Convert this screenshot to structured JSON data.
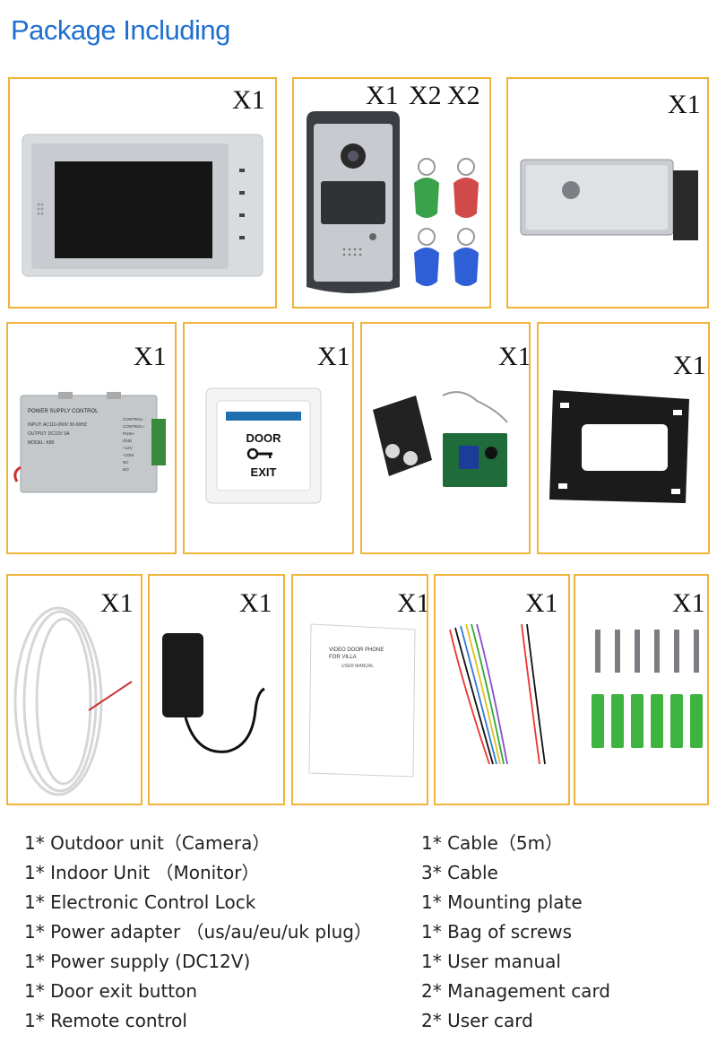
{
  "title": "Package Including",
  "boxes": {
    "monitor": {
      "qty": "X1"
    },
    "outdoor": {
      "qty": [
        "X1",
        "X2",
        "X2"
      ]
    },
    "lock": {
      "qty": "X1"
    },
    "power_supply": {
      "qty": "X1",
      "panel_title": "POWER SUPPLY CONTROL",
      "panel_lines": [
        "INPUT: AC110-260V 50-60HZ",
        "OUTPUT: DC12V 3A",
        "MODEL: K80"
      ],
      "panel_side": [
        "CONTROL-",
        "CONTROL+",
        "PUSH",
        "GND",
        "+12V",
        "-COM",
        "NC",
        "NO"
      ]
    },
    "exit_button": {
      "qty": "X1",
      "line1": "DOOR",
      "line2": "EXIT"
    },
    "remote": {
      "qty": "X1"
    },
    "plate": {
      "qty": "X1"
    },
    "cable": {
      "qty": "X1"
    },
    "adapter": {
      "qty": "X1"
    },
    "manual": {
      "qty": "X1",
      "line1": "VIDEO DOOR PHONE",
      "line2": "FOR VILLA",
      "line3": "USER MANUAL"
    },
    "wires": {
      "qty": "X1"
    },
    "screws": {
      "qty": "X1"
    }
  },
  "list_left": [
    "1* Outdoor unit（Camera）",
    "1* Indoor Unit （Monitor）",
    "1* Electronic Control Lock",
    "1* Power adapter （us/au/eu/uk plug）",
    "1* Power supply (DC12V)",
    "1* Door exit button",
    "1* Remote control"
  ],
  "list_right": [
    "1* Cable（5m）",
    "3* Cable",
    "1* Mounting plate",
    "1* Bag of screws",
    "1* User manual",
    "2* Management card",
    "2* User card"
  ]
}
